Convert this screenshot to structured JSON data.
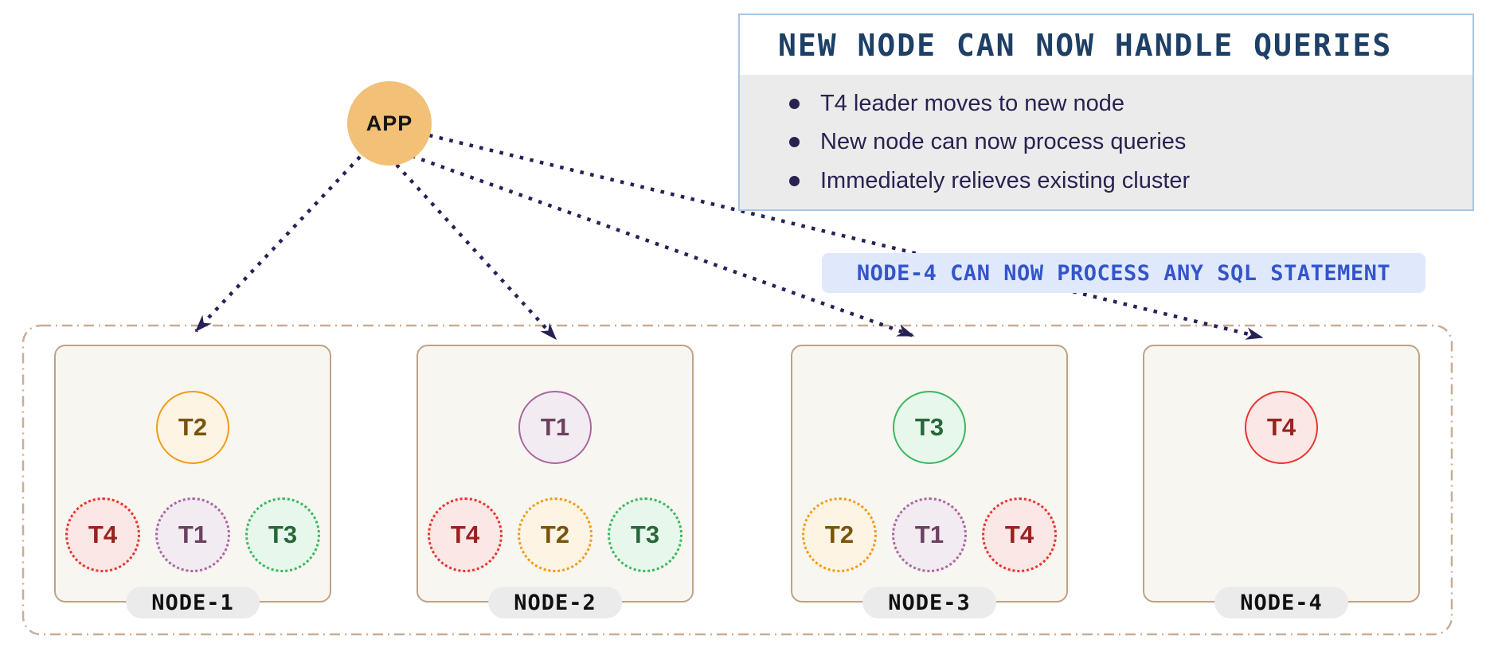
{
  "app": {
    "label": "APP"
  },
  "info_box": {
    "title": "NEW NODE CAN NOW HANDLE QUERIES",
    "bullets": [
      "T4 leader moves to new node",
      "New node can now process queries",
      "Immediately relieves existing cluster"
    ]
  },
  "callout": {
    "text": "NODE-4 CAN NOW PROCESS ANY SQL STATEMENT"
  },
  "nodes": [
    {
      "label": "NODE-1",
      "leader": {
        "name": "T2",
        "color": "orange"
      },
      "followers": [
        {
          "name": "T4",
          "color": "red"
        },
        {
          "name": "T1",
          "color": "plum"
        },
        {
          "name": "T3",
          "color": "green"
        }
      ]
    },
    {
      "label": "NODE-2",
      "leader": {
        "name": "T1",
        "color": "plum"
      },
      "followers": [
        {
          "name": "T4",
          "color": "red"
        },
        {
          "name": "T2",
          "color": "orange"
        },
        {
          "name": "T3",
          "color": "green"
        }
      ]
    },
    {
      "label": "NODE-3",
      "leader": {
        "name": "T3",
        "color": "green"
      },
      "followers": [
        {
          "name": "T2",
          "color": "orange"
        },
        {
          "name": "T1",
          "color": "plum"
        },
        {
          "name": "T4",
          "color": "red"
        }
      ]
    },
    {
      "label": "NODE-4",
      "leader": {
        "name": "T4",
        "color": "red"
      },
      "followers": []
    }
  ],
  "colors": {
    "app_fill": "#f2c077",
    "arrow": "#262157",
    "outer_dash_border": "#c9ad96",
    "node_border": "#bda388",
    "node_fill": "#f8f6f1",
    "info_title": "#1e3f66",
    "info_border": "#a9c6e3",
    "info_body_bg": "#ebebec",
    "bullet_text": "#29224f",
    "callout_text": "#3355cb",
    "callout_bg": "#e0e9fc",
    "tablet_orange": "#f09b19",
    "tablet_plum": "#aa66a0",
    "tablet_green": "#3cb65e",
    "tablet_red": "#e6352c"
  }
}
